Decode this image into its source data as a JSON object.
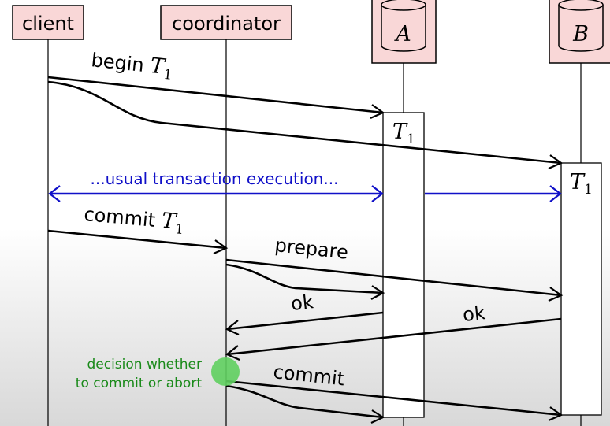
{
  "actors": {
    "client": "client",
    "coordinator": "coordinator",
    "db_a": "A",
    "db_b": "B"
  },
  "exec_boxes": {
    "a_label": "T",
    "a_sub": "1",
    "b_label": "T",
    "b_sub": "1"
  },
  "messages": {
    "begin_word": "begin",
    "begin_var": "T",
    "begin_sub": "1",
    "usual": "...usual transaction execution...",
    "commit_word": "commit",
    "commit_var": "T",
    "commit_sub": "1",
    "prepare": "prepare",
    "ok_a": "ok",
    "ok_b": "ok",
    "commit_final": "commit"
  },
  "decision": {
    "line1": "decision whether",
    "line2": "to commit or abort"
  },
  "colors": {
    "actor_fill": "#f9d7d7",
    "blue": "#1010c8",
    "green": "#1a8a1a",
    "decision_dot": "#5fcf5f"
  }
}
